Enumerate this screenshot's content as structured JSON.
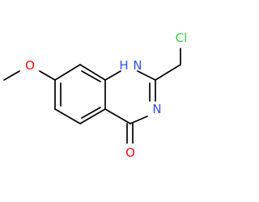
{
  "molecule": {
    "atoms": {
      "chlorine": {
        "symbol": "Cl",
        "color": "#33cc33"
      },
      "methoxy_oxygen": {
        "symbol": "O",
        "color": "#ff0d0d"
      },
      "ring_nh": {
        "symbol": "H",
        "color": "#3050f8"
      },
      "ring_n_h_prefix": {
        "symbol": "N",
        "color": "#3050f8"
      },
      "ring_n": {
        "symbol": "N",
        "color": "#3050f8"
      },
      "carbonyl_oxygen": {
        "symbol": "O",
        "color": "#ff0d0d"
      }
    },
    "bond_color": "#000000"
  }
}
